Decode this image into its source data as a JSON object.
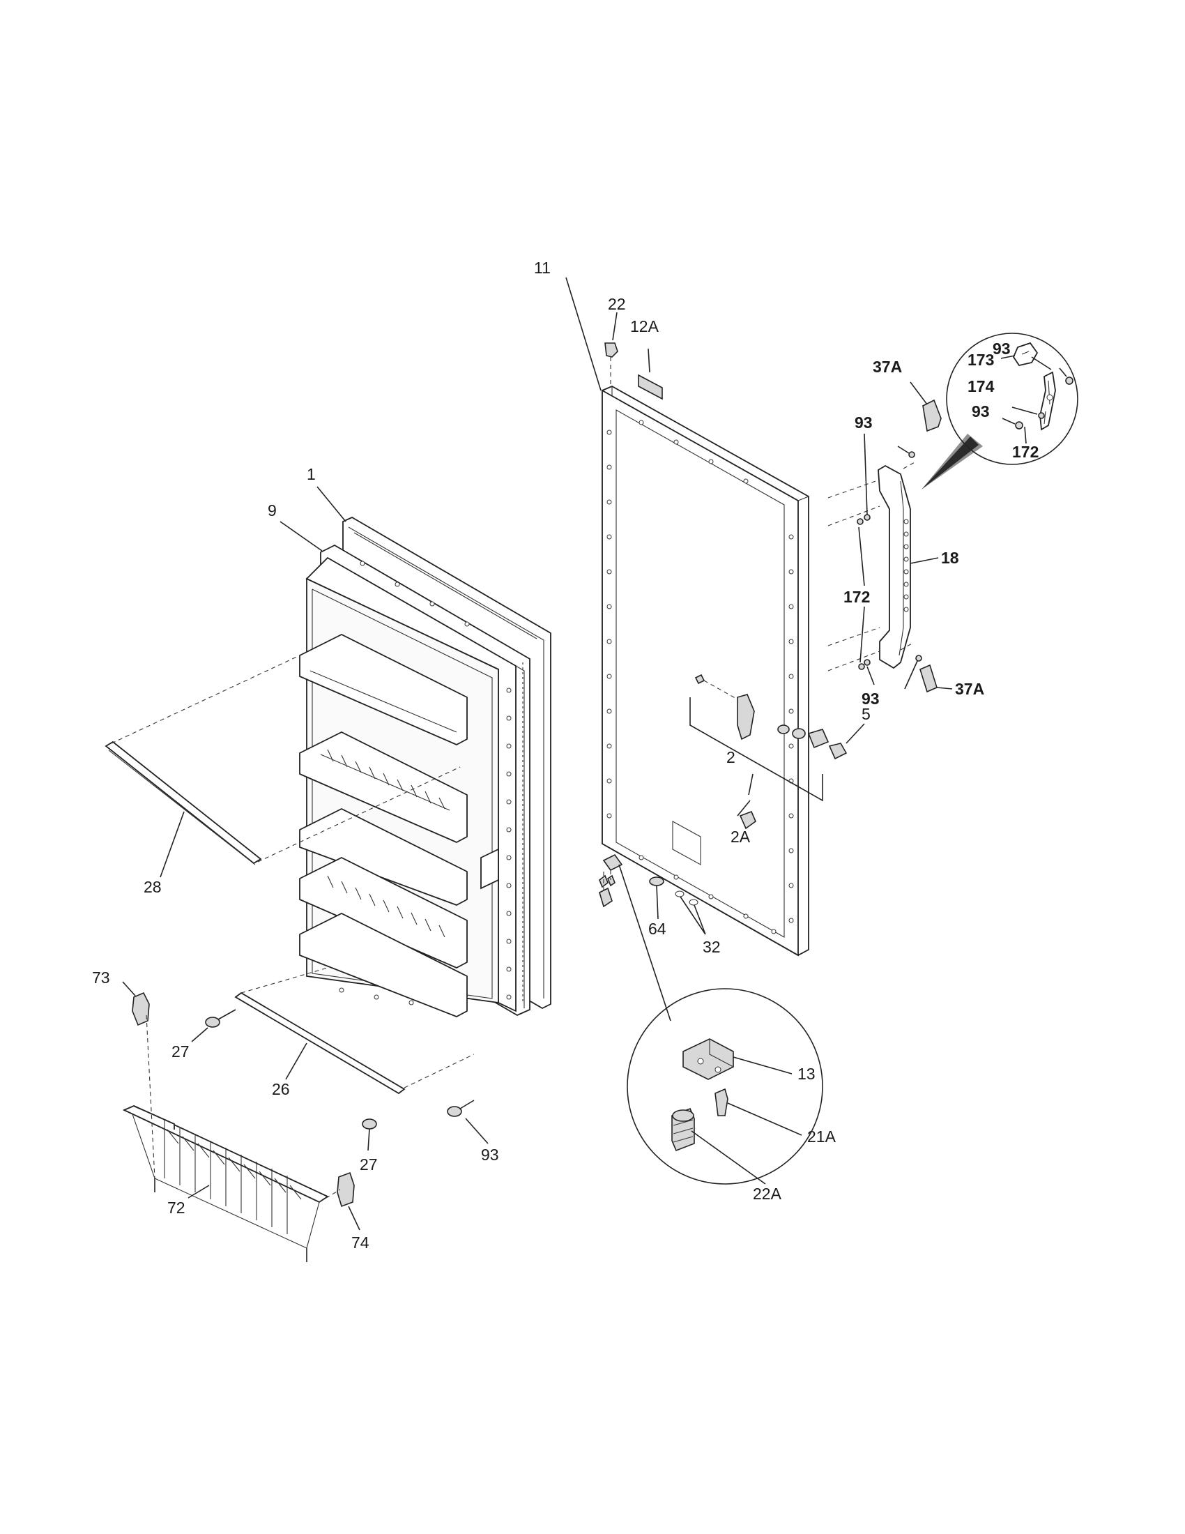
{
  "diagram": {
    "callouts": {
      "c1": "1",
      "c9": "9",
      "c28": "28",
      "c27a": "27",
      "c27b": "27",
      "c26": "26",
      "c93a": "93",
      "c73": "73",
      "c72": "72",
      "c74": "74",
      "c22": "22",
      "c12A": "12A",
      "c11": "11",
      "c2": "2",
      "c2A": "2A",
      "c64": "64",
      "c32": "32",
      "c13": "13",
      "c21A": "21A",
      "c22A": "22A",
      "c5": "5",
      "c37Aa": "37A",
      "c37Ab": "37A",
      "c93b": "93",
      "c93c": "93",
      "c172a": "172",
      "c18": "18",
      "c93d": "93",
      "c173": "173",
      "c174": "174",
      "c93e": "93",
      "c172b": "172"
    }
  }
}
